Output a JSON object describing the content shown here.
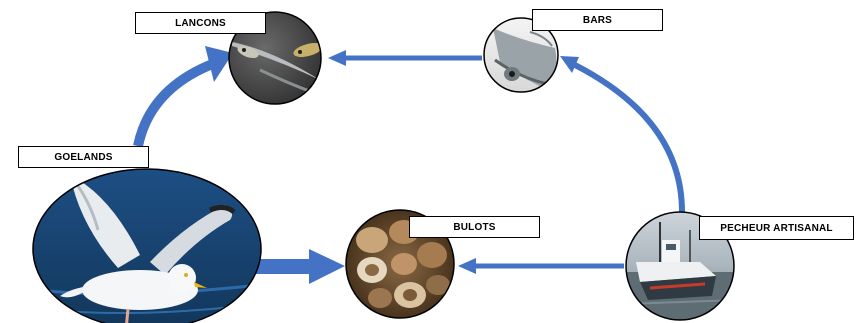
{
  "nodes": {
    "lancons": {
      "label": "LANCONS",
      "icon": "sand-eel-fish-photo"
    },
    "bars": {
      "label": "BARS",
      "icon": "sea-bass-photo"
    },
    "goelands": {
      "label": "GOELANDS",
      "icon": "seagull-photo"
    },
    "bulots": {
      "label": "BULOTS",
      "icon": "whelk-shells-photo"
    },
    "pecheur": {
      "label": "PECHEUR ARTISANAL",
      "icon": "fishing-boat-photo"
    }
  },
  "colors": {
    "arrow": "#4472C4",
    "label_border": "#000000"
  }
}
